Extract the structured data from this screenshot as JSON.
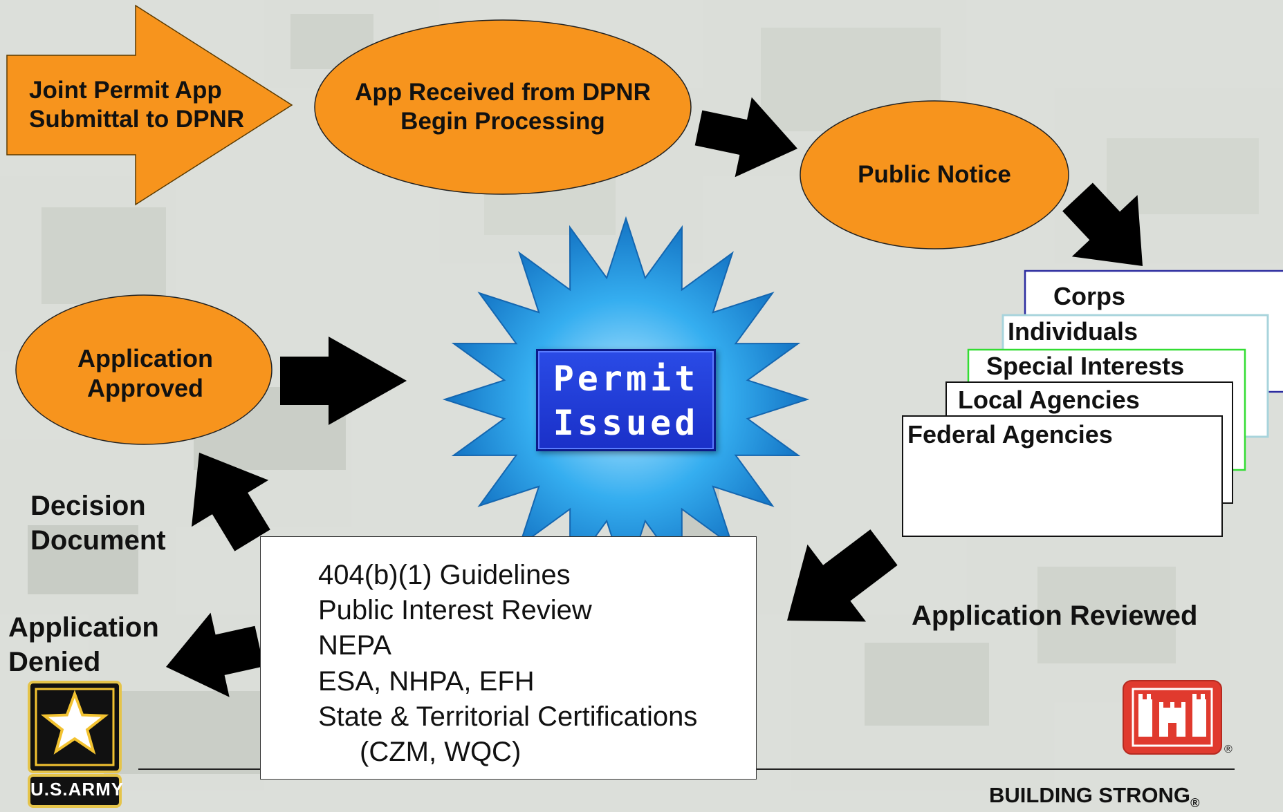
{
  "nodes": {
    "submittal": "Joint Permit App\nSubmittal to DPNR",
    "received": "App Received from DPNR\nBegin Processing",
    "public_notice": "Public Notice",
    "approved": "Application\nApproved",
    "permit_issued": "Permit\nIssued"
  },
  "reviewers": [
    "Corps",
    "Individuals",
    "Special Interests",
    "Local Agencies",
    "Federal Agencies"
  ],
  "labels": {
    "decision_document": "Decision\nDocument",
    "application_denied": "Application\nDenied",
    "application_reviewed": "Application Reviewed"
  },
  "review_criteria": [
    "404(b)(1) Guidelines",
    "Public Interest Review",
    "NEPA",
    "ESA, NHPA, EFH",
    "State & Territorial Certifications",
    "(CZM, WQC)"
  ],
  "footer": {
    "army_logo_text": "U.S.ARMY",
    "tagline": "BUILDING STRONG",
    "registered_mark": "®"
  },
  "colors": {
    "shape_fill": "#F7941D",
    "arrow": "#000000",
    "starburst": "#1E9BE0",
    "permit_box": "#2040D8",
    "usace_red": "#E03A2E",
    "army_gold": "#F2C230"
  }
}
